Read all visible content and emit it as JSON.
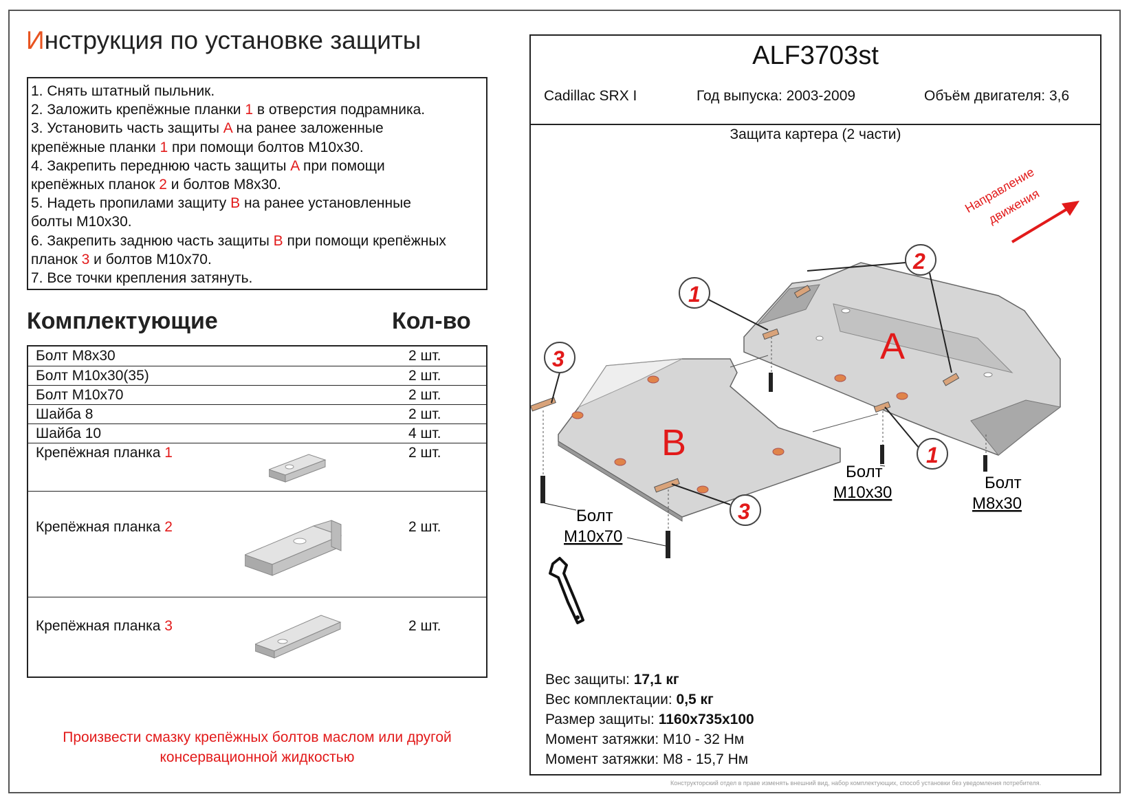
{
  "title": {
    "first_letter": "И",
    "rest": "нструкция по установке защиты"
  },
  "instructions": {
    "l1": "1. Снять штатный пыльник.",
    "l2a": "2. Заложить крепёжные планки ",
    "l2r": "1",
    "l2b": " в отверстия подрамника.",
    "l3a": "3. Установить часть защиты ",
    "l3r": "A",
    "l3b": " на ранее заложенные",
    "l4a": "крепёжные планки ",
    "l4r": "1",
    "l4b": " при помощи болтов М10х30.",
    "l5a": "4. Закрепить переднюю часть защиты ",
    "l5r": "A",
    "l5b": " при помощи",
    "l6a": "крепёжных планок ",
    "l6r": "2",
    "l6b": " и болтов М8х30.",
    "l7a": "5. Надеть пропилами защиту ",
    "l7r": "B",
    "l7b": " на ранее установленные",
    "l8": "болты М10х30.",
    "l9a": "6. Закрепить заднюю часть защиты ",
    "l9r": "B",
    "l9b": " при помощи крепёжных",
    "l10a": "планок ",
    "l10r": "3",
    "l10b": " и болтов М10х70.",
    "l11": "7. Все точки крепления затянуть."
  },
  "parts": {
    "header_name": "Комплектующие",
    "header_qty": "Кол-во",
    "rows": [
      {
        "name": "Болт М8х30",
        "qty": "2 шт."
      },
      {
        "name": "Болт М10х30(35)",
        "qty": "2 шт."
      },
      {
        "name": "Болт М10х70",
        "qty": "2 шт."
      },
      {
        "name": "Шайба 8",
        "qty": "2 шт."
      },
      {
        "name": "Шайба 10",
        "qty": "4 шт."
      },
      {
        "name": "Крепёжная планка ",
        "num": "1",
        "qty": "2 шт."
      },
      {
        "name": "Крепёжная планка ",
        "num": "2",
        "qty": "2 шт."
      },
      {
        "name": "Крепёжная планка ",
        "num": "3",
        "qty": "2 шт."
      }
    ]
  },
  "note": {
    "line1": "Произвести смазку крепёжных болтов маслом или другой",
    "line2": "консервационной жидкостью"
  },
  "product": {
    "code": "ALF3703st",
    "car": "Cadillac SRX I",
    "year": "Год выпуска: 2003-2009",
    "engine": "Объём двигателя: 3,6",
    "subtitle": "Защита картера (2 части)"
  },
  "diagram": {
    "direction_l1": "Направление",
    "direction_l2": "движения",
    "label_a": "A",
    "label_b": "B",
    "callout_1": "1",
    "callout_2": "2",
    "callout_3": "3",
    "bolt_word": "Болт",
    "bolt_m10x30": "М10х30",
    "bolt_m8x30": "М8х30",
    "bolt_m10x70": "М10х70"
  },
  "specs": {
    "weight_label": "Вес защиты: ",
    "weight_value": "17,1 кг",
    "kit_label": "Вес комплектации: ",
    "kit_value": "0,5 кг",
    "size_label": "Размер защиты: ",
    "size_value": "1160х735х100",
    "torque1": "Момент затяжки:  М10 - 32 Нм",
    "torque2": "Момент затяжки:  М8 - 15,7 Нм"
  },
  "footer": "Конструкторский отдел в праве изменять внешний вид, набор комплектующих, способ установки без уведомления потребителя.",
  "colors": {
    "accent_red": "#e21a1a",
    "title_orange": "#e8531f",
    "plate_gray": "#c8c8c8"
  }
}
